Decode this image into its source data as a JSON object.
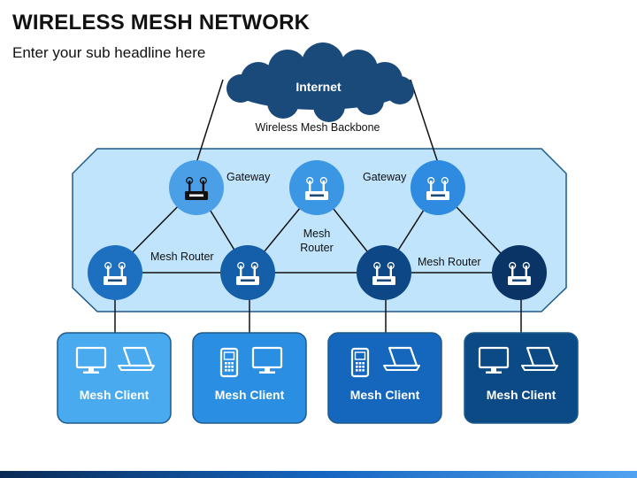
{
  "title": "WIRELESS MESH NETWORK",
  "subtitle": "Enter your sub headline here",
  "cloud_label": "Internet",
  "backbone_label": "Wireless Mesh Backbone",
  "labels": {
    "gateway_left": "Gateway",
    "gateway_right": "Gateway",
    "mesh_router_center_line1": "Mesh",
    "mesh_router_center_line2": "Router",
    "mesh_router_left": "Mesh Router",
    "mesh_router_right": "Mesh Router"
  },
  "nodes": [
    {
      "id": "gw1",
      "role": "gateway",
      "color": "#4a9fe6"
    },
    {
      "id": "mr-center",
      "role": "mesh-router",
      "color": "#3b96e4"
    },
    {
      "id": "gw2",
      "role": "gateway",
      "color": "#2e8be0"
    },
    {
      "id": "r1",
      "role": "mesh-router",
      "color": "#1d6fc0"
    },
    {
      "id": "r2",
      "role": "mesh-router",
      "color": "#155ea8"
    },
    {
      "id": "r3",
      "role": "mesh-router",
      "color": "#0e4785"
    },
    {
      "id": "r4",
      "role": "mesh-router",
      "color": "#0a3466"
    }
  ],
  "clients": [
    {
      "label": "Mesh Client",
      "devices": [
        "desktop-icon",
        "laptop-icon"
      ],
      "color": "#4aaaf0"
    },
    {
      "label": "Mesh Client",
      "devices": [
        "phone-icon",
        "desktop-icon"
      ],
      "color": "#2a8fe2"
    },
    {
      "label": "Mesh Client",
      "devices": [
        "phone-icon",
        "laptop-icon"
      ],
      "color": "#1467bd"
    },
    {
      "label": "Mesh Client",
      "devices": [
        "desktop-icon",
        "laptop-icon"
      ],
      "color": "#0c4a86"
    }
  ],
  "colors": {
    "cloud": "#1a4a7a",
    "backbone_fill": "#bfe4fb",
    "backbone_stroke": "#1e5a8a",
    "link": "#111111"
  }
}
